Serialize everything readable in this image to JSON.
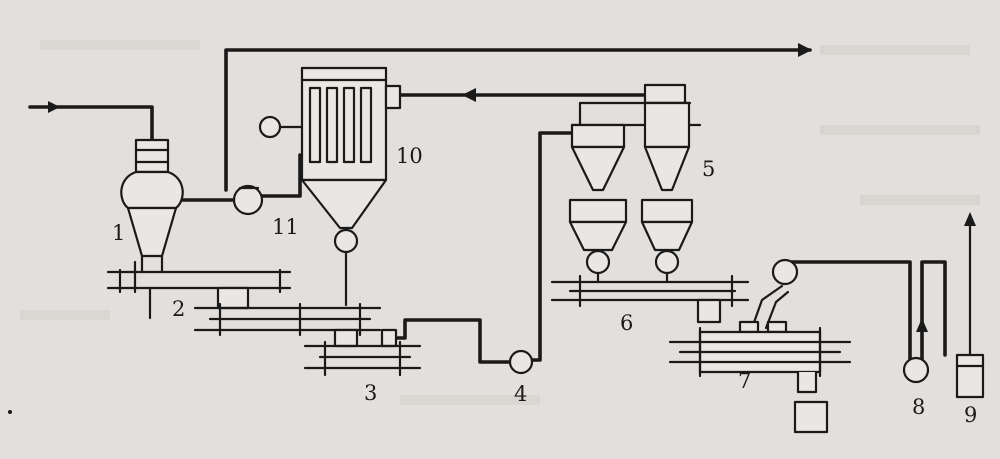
{
  "diagram": {
    "labels": {
      "n1": "1",
      "n2": "2",
      "n3": "3",
      "n4": "4",
      "n5": "5",
      "n6": "6",
      "n7": "7",
      "n8": "8",
      "n9": "9",
      "n10": "10",
      "n11": "11"
    }
  }
}
